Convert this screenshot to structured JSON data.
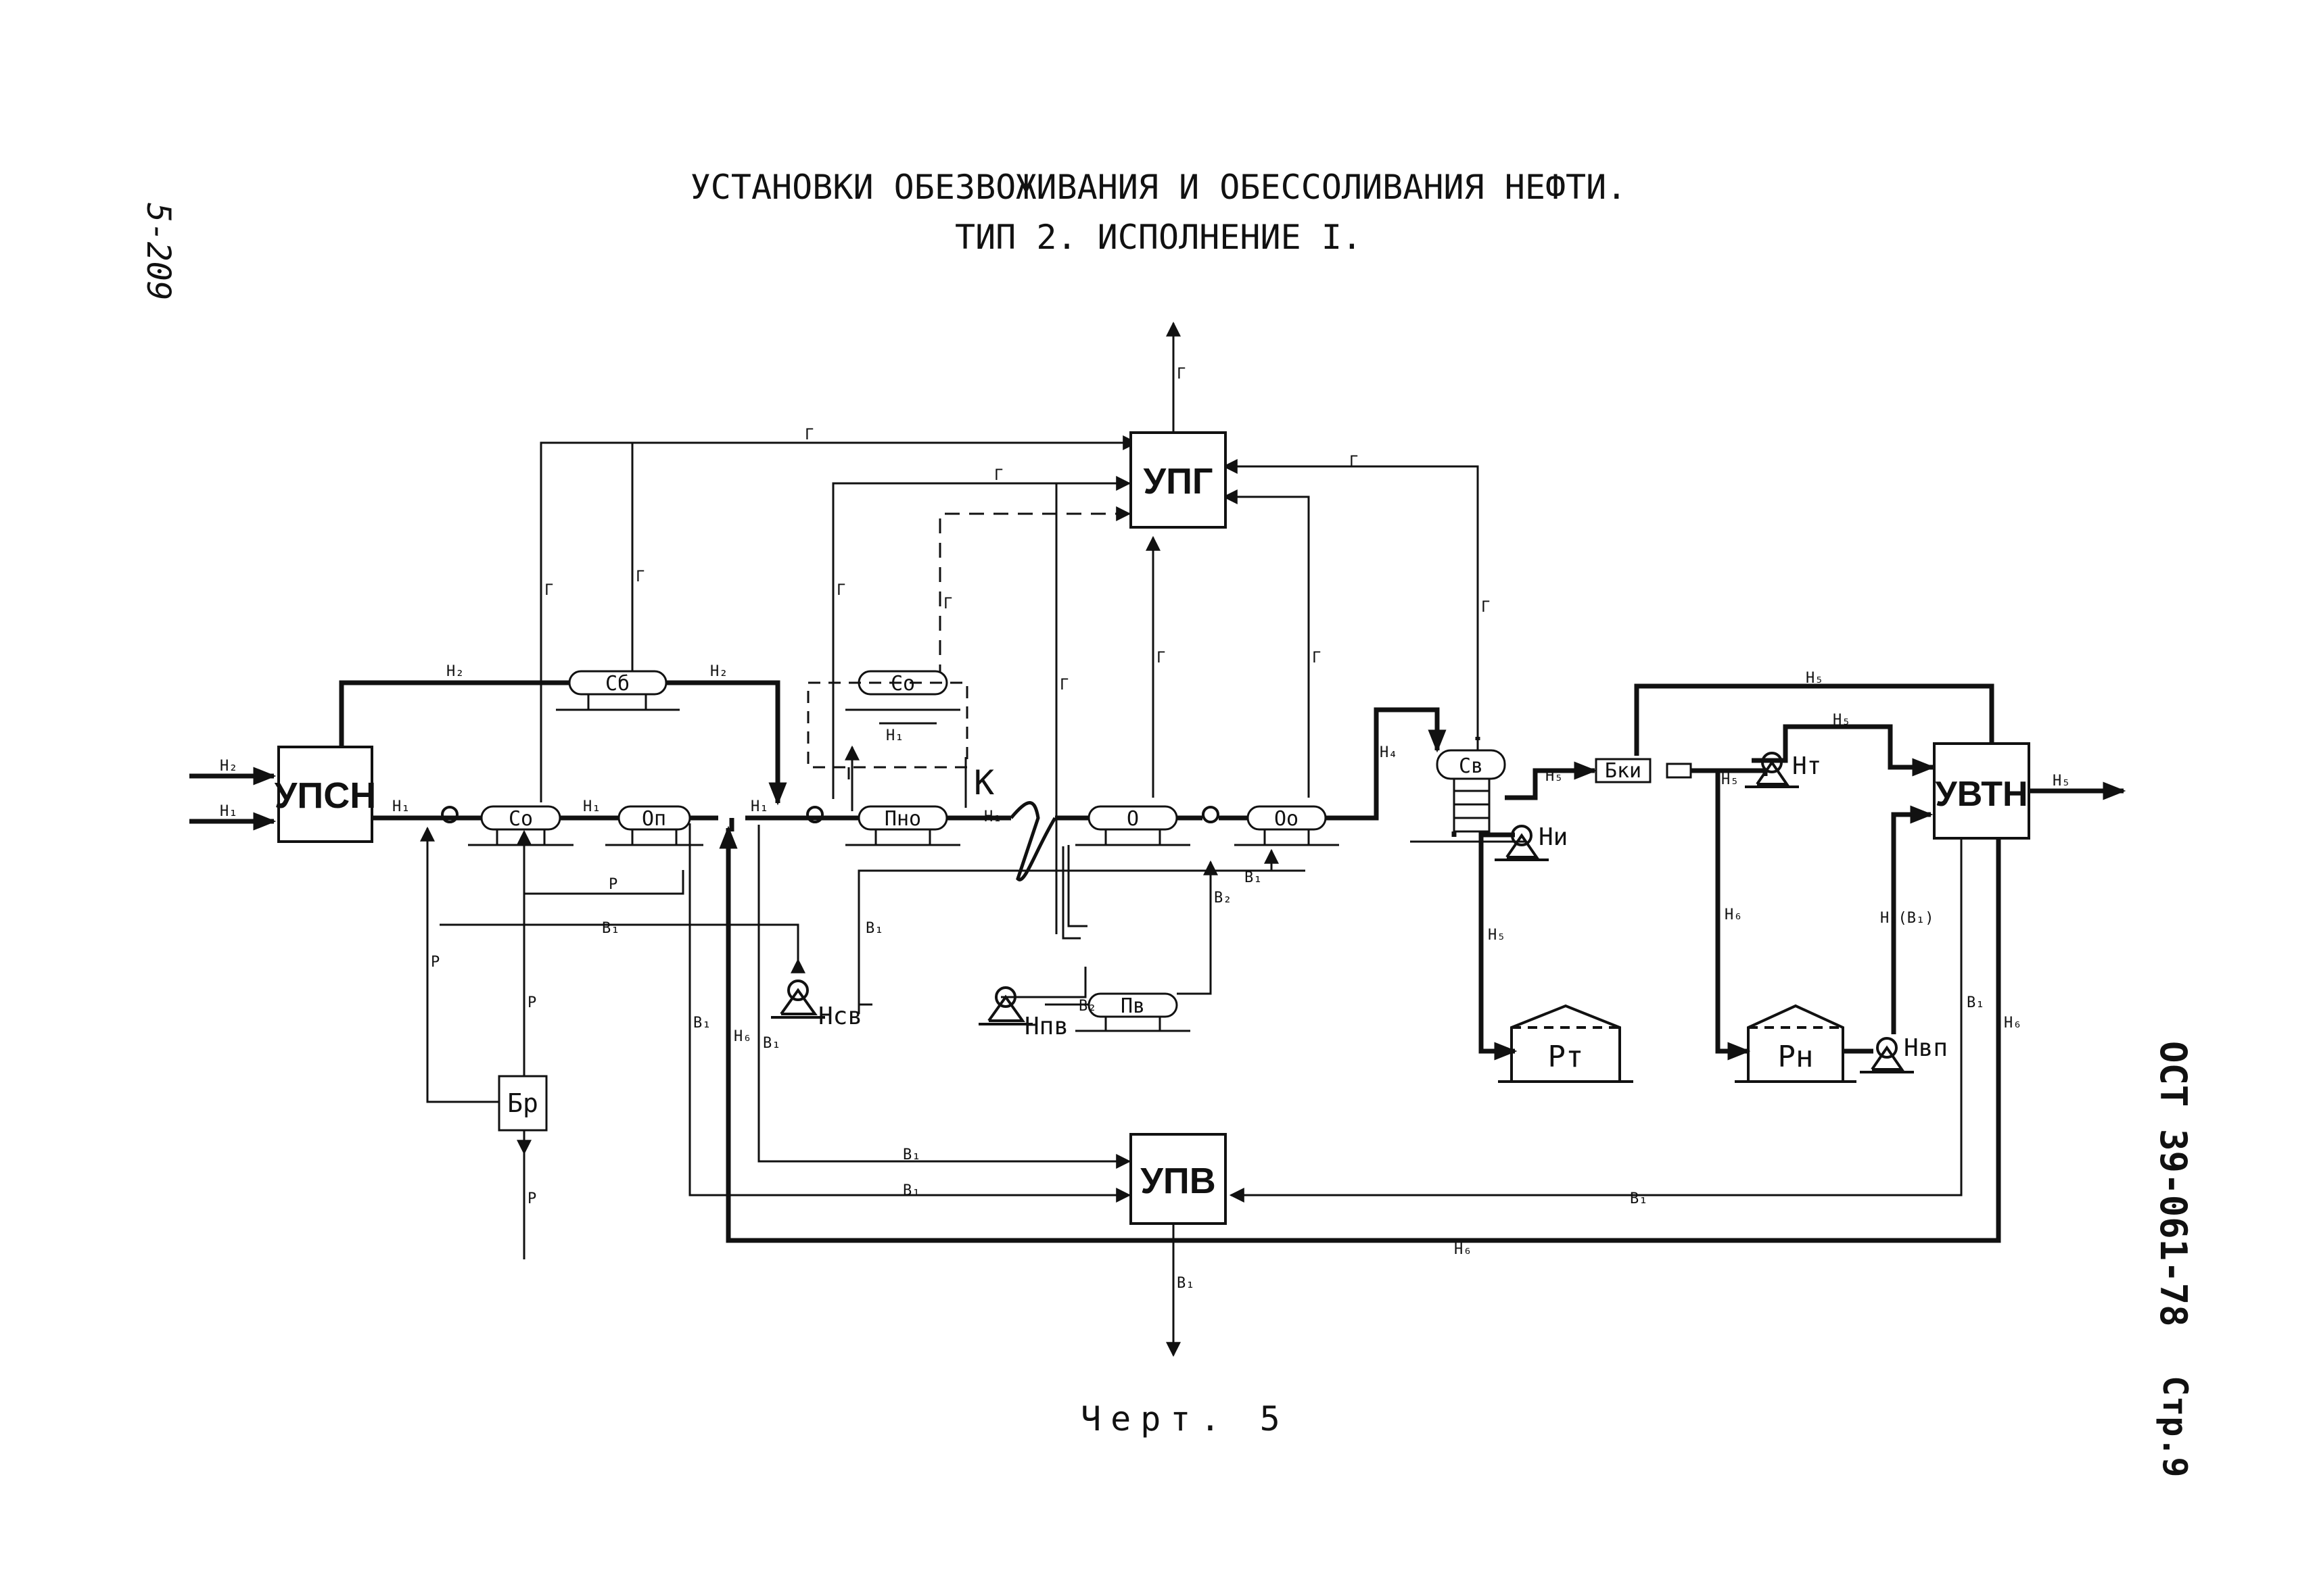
{
  "document": {
    "title_line1": "УСТАНОВКИ ОБЕЗВОЖИВАНИЯ И ОБЕССОЛИВАНИЯ НЕФТИ.",
    "title_line2": "ТИП 2.   ИСПОЛНЕНИЕ I.",
    "page_mark": "5-209",
    "standard": "ОСТ 39-061-78",
    "page_number": "Стр.9",
    "caption": "Черт. 5"
  },
  "blocks": {
    "upsn": "УПСН",
    "upg": "УПГ",
    "upv": "УПВ",
    "uvtn": "УВТН",
    "br": "Бр"
  },
  "equipment": {
    "cb": "Сб",
    "co": "Со",
    "op": "Оп",
    "co2": "Со",
    "pno": "Пно",
    "o": "О",
    "oo": "Оо",
    "pv": "Пв",
    "cv": "Св",
    "bki": "Бки",
    "k": "К",
    "rt": "Рт",
    "rn": "Рн"
  },
  "pumps": {
    "nsv": "Нсв",
    "npv": "Нпв",
    "ni": "Ни",
    "nt": "Нт",
    "nvp": "Нвп"
  },
  "stream_labels": {
    "n1": "Н₁",
    "n2": "Н₂",
    "n4": "Н₄",
    "n5": "Н₅",
    "n6": "Н₆",
    "n6v1": "Н₆(В₁)",
    "v1": "В₁",
    "v2": "В₂",
    "g": "Г",
    "r": "Р"
  }
}
